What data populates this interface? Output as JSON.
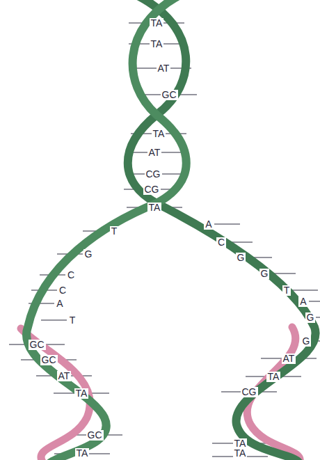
{
  "diagram": {
    "labels": [
      "TA",
      "TA",
      "AT",
      "GC",
      "TA",
      "AT",
      "CG",
      "CG",
      "TA",
      "T",
      "G",
      "C",
      "C",
      "A",
      "T",
      "A",
      "C",
      "G",
      "G",
      "T",
      "A",
      "G",
      "G",
      "AT",
      "TA",
      "CG",
      "TA",
      "TA",
      "GC",
      "GC",
      "AT",
      "TA",
      "GC",
      "TA"
    ]
  }
}
